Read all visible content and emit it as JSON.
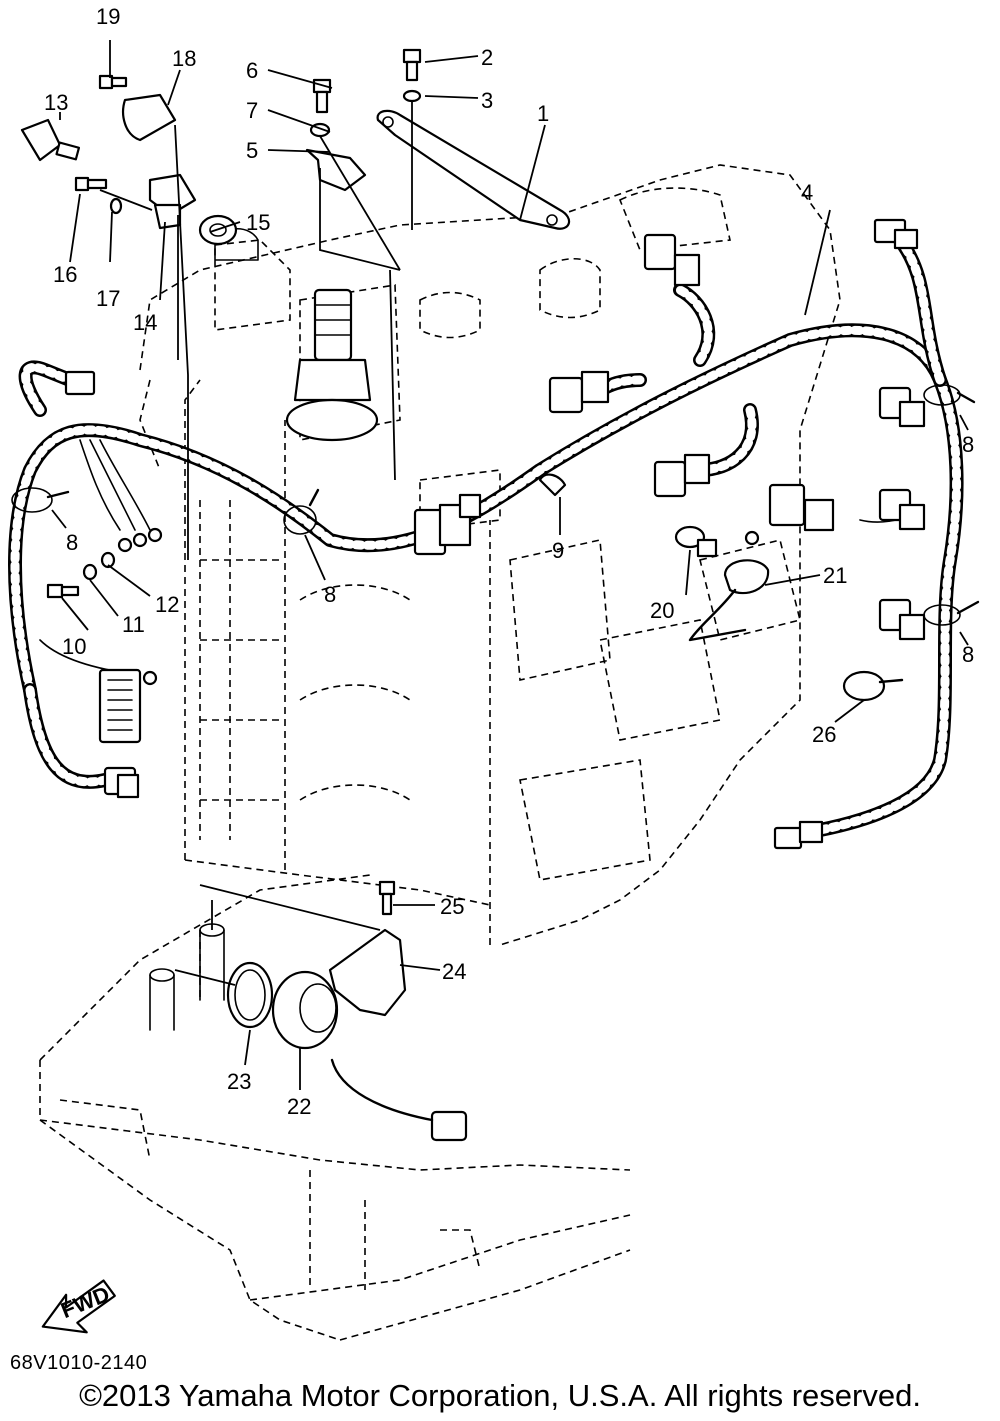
{
  "diagram": {
    "code": "68V1010-2140",
    "copyright": "©2013 Yamaha Motor Corporation, U.S.A. All rights reserved.",
    "direction_marker": "FWD",
    "callouts": [
      "1",
      "2",
      "3",
      "4",
      "5",
      "6",
      "7",
      "8",
      "8",
      "8",
      "8",
      "9",
      "10",
      "11",
      "12",
      "13",
      "14",
      "15",
      "16",
      "17",
      "18",
      "19",
      "20",
      "21",
      "22",
      "23",
      "24",
      "25",
      "26"
    ]
  }
}
